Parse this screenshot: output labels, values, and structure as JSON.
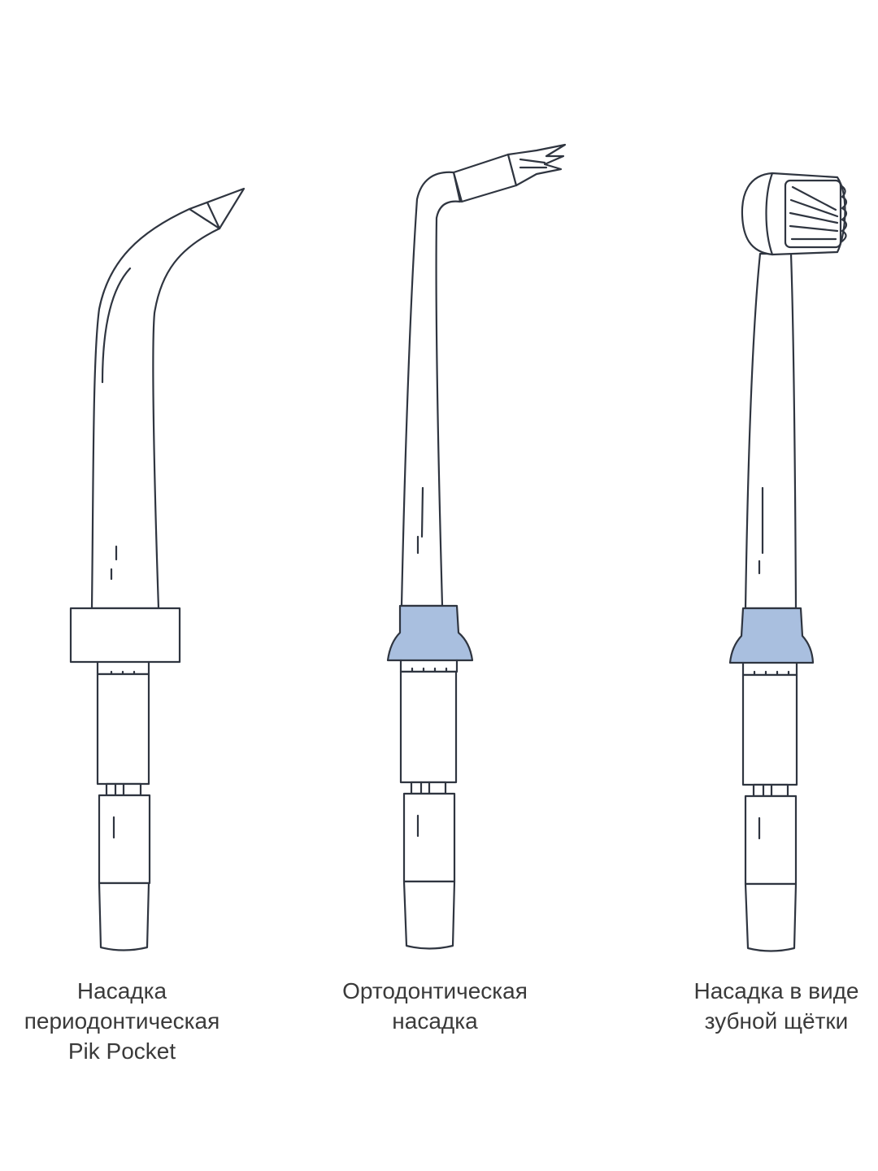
{
  "attachments": [
    {
      "id": "pik-pocket",
      "caption_lines": [
        "Насадка",
        "периодонтическая",
        "Pik Pocket"
      ],
      "collar_color": "#ffffff"
    },
    {
      "id": "orthodontic",
      "caption_lines": [
        "Ортодонтическая",
        "насадка"
      ],
      "collar_color": "#a9bfdf"
    },
    {
      "id": "toothbrush",
      "caption_lines": [
        "Насадка в виде",
        "зубной щётки"
      ],
      "collar_color": "#a9bfdf"
    }
  ],
  "colors": {
    "outline": "#2f3540",
    "fill": "#ffffff",
    "accent_blue": "#a9bfdf"
  }
}
